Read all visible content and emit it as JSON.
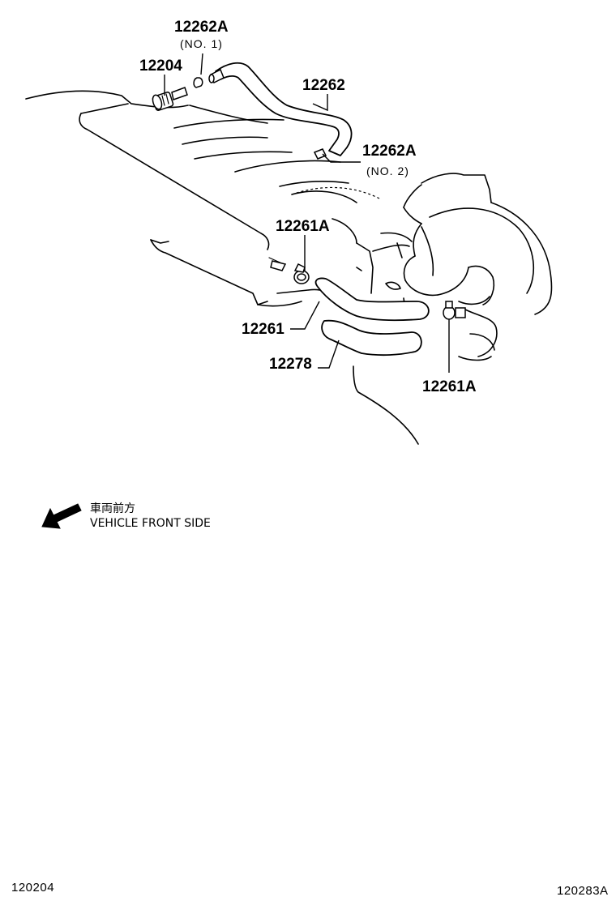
{
  "callouts": {
    "pcv_valve": "12204",
    "clamp_no1": "12262A",
    "clamp_no1_sub": "(NO. 1)",
    "hose_12262": "12262",
    "clamp_no2": "12262A",
    "clamp_no2_sub": "(NO. 2)",
    "clamp_upper": "12261A",
    "hose_12261": "12261",
    "hose_12278": "12278",
    "clamp_lower": "12261A"
  },
  "direction": {
    "japanese": "車両前方",
    "english": "VEHICLE FRONT SIDE"
  },
  "footer": {
    "left_code": "120204",
    "right_code": "120283A"
  }
}
